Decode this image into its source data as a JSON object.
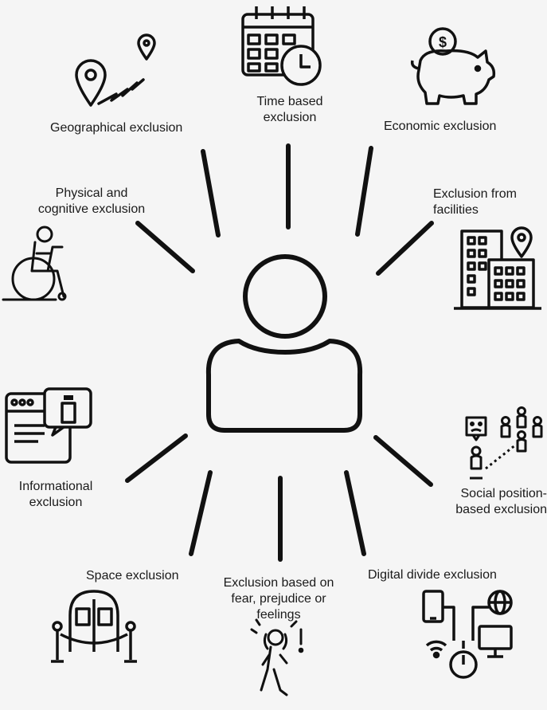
{
  "diagram": {
    "center": "person-icon",
    "categories": [
      {
        "id": "time",
        "label": "Time based\nexclusion",
        "icon": "calendar-clock-icon"
      },
      {
        "id": "economic",
        "label": "Economic exclusion",
        "icon": "piggy-bank-icon"
      },
      {
        "id": "facilities",
        "label": "Exclusion from\nfacilities",
        "icon": "buildings-location-icon"
      },
      {
        "id": "social",
        "label": "Social position-\nbased exclusion",
        "icon": "social-hierarchy-icon"
      },
      {
        "id": "digital",
        "label": "Digital divide exclusion",
        "icon": "digital-devices-icon"
      },
      {
        "id": "fear",
        "label": "Exclusion based on\nfear, prejudice or\nfeelings",
        "icon": "anxious-person-icon"
      },
      {
        "id": "space",
        "label": "Space exclusion",
        "icon": "rope-barrier-door-icon"
      },
      {
        "id": "informational",
        "label": "Informational\nexclusion",
        "icon": "info-window-icon"
      },
      {
        "id": "physical",
        "label": "Physical and\ncognitive exclusion",
        "icon": "wheelchair-icon"
      },
      {
        "id": "geographical",
        "label": "Geographical exclusion",
        "icon": "map-route-icon"
      }
    ],
    "colors": {
      "line": "#111111",
      "background": "#f5f5f5"
    }
  }
}
